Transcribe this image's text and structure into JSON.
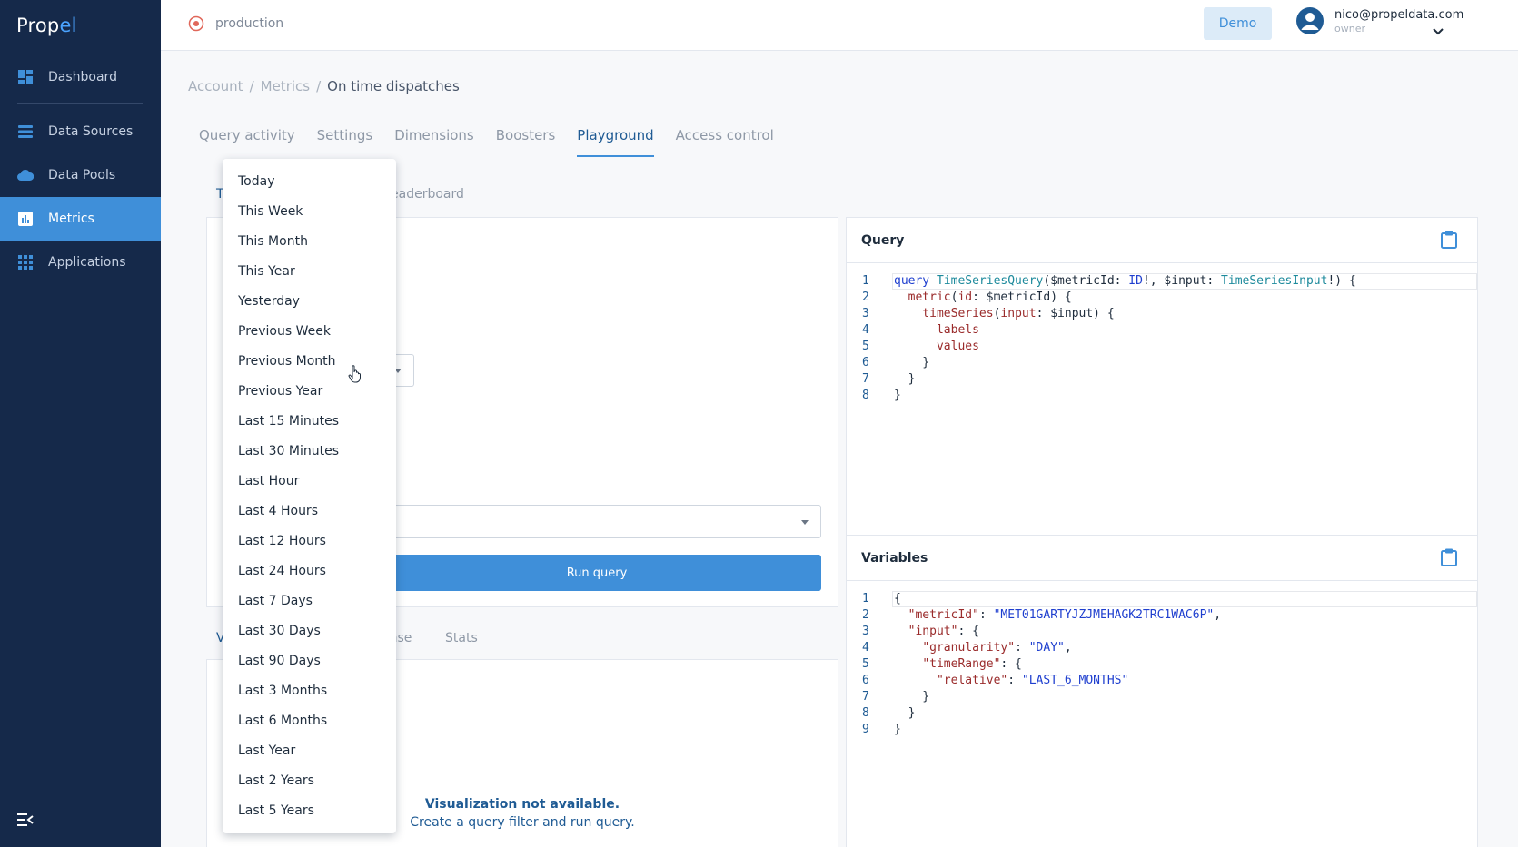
{
  "app": {
    "logo_main": "Prop",
    "logo_accent": "el"
  },
  "sidebar": {
    "items": [
      {
        "label": "Dashboard",
        "icon": "dashboard-icon"
      },
      {
        "label": "Data Sources",
        "icon": "database-icon"
      },
      {
        "label": "Data Pools",
        "icon": "cloud-icon"
      },
      {
        "label": "Metrics",
        "icon": "chart-icon",
        "active": true
      },
      {
        "label": "Applications",
        "icon": "grid-icon"
      }
    ],
    "collapse_icon": "collapse-menu-icon"
  },
  "topbar": {
    "environment": "production",
    "demo_label": "Demo",
    "user_email": "nico@propeldata.com",
    "user_role": "owner"
  },
  "breadcrumb": {
    "items": [
      "Account",
      "Metrics"
    ],
    "current": "On time dispatches"
  },
  "tabs": [
    "Query activity",
    "Settings",
    "Dimensions",
    "Boosters",
    "Playground",
    "Access control"
  ],
  "active_tab": "Playground",
  "subtabs": {
    "first_partial": "T",
    "leaderboard_partial": "eaderboard"
  },
  "run_query_label": "Run query",
  "result_tabs": {
    "first_partial": "V",
    "response_partial": "onse",
    "stats": "Stats"
  },
  "visualization": {
    "title": "Visualization not available.",
    "subtitle": "Create a query filter and run query."
  },
  "query_panel": {
    "title": "Query",
    "lines": [
      "query TimeSeriesQuery($metricId: ID!, $input: TimeSeriesInput!) {",
      "  metric(id: $metricId) {",
      "    timeSeries(input: $input) {",
      "      labels",
      "      values",
      "    }",
      "  }",
      "}"
    ]
  },
  "variables_panel": {
    "title": "Variables",
    "lines": [
      "{",
      "  \"metricId\": \"MET01GARTYJZJMEHAGK2TRC1WAC6P\",",
      "  \"input\": {",
      "    \"granularity\": \"DAY\",",
      "    \"timeRange\": {",
      "      \"relative\": \"LAST_6_MONTHS\"",
      "    }",
      "  }",
      "}"
    ]
  },
  "dropdown": {
    "options": [
      "Today",
      "This Week",
      "This Month",
      "This Year",
      "Yesterday",
      "Previous Week",
      "Previous Month",
      "Previous Year",
      "Last 15 Minutes",
      "Last 30 Minutes",
      "Last Hour",
      "Last 4 Hours",
      "Last 12 Hours",
      "Last 24 Hours",
      "Last 7 Days",
      "Last 30 Days",
      "Last 90 Days",
      "Last 3 Months",
      "Last 6 Months",
      "Last Year",
      "Last 2 Years",
      "Last 5 Years"
    ],
    "hovered": "Previous Month"
  },
  "colors": {
    "sidebar_bg": "#15294a",
    "accent": "#3f8fd9",
    "link": "#1f5b94"
  }
}
